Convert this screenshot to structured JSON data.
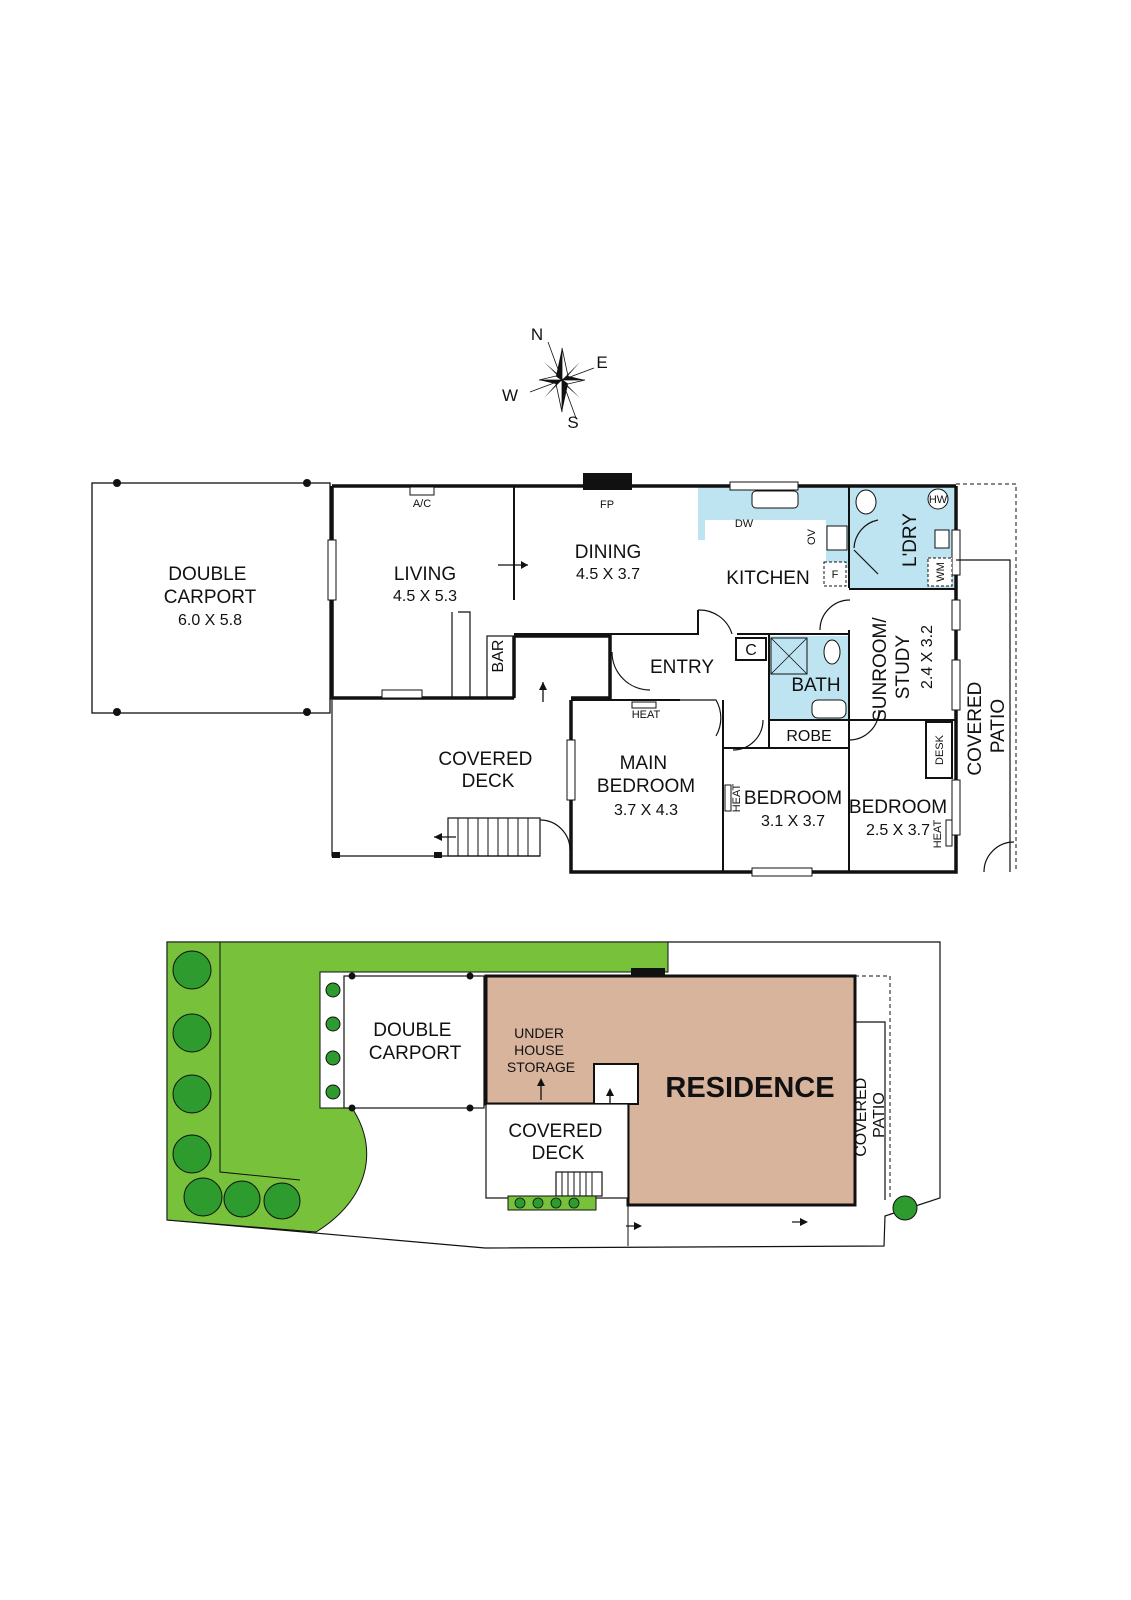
{
  "compass": {
    "n": "N",
    "e": "E",
    "s": "S",
    "w": "W"
  },
  "floor_plan": {
    "double_carport": {
      "name": "DOUBLE\nCARPORT",
      "size": "6.0 X 5.8"
    },
    "living": {
      "name": "LIVING",
      "size": "4.5 X 5.3"
    },
    "dining": {
      "name": "DINING",
      "size": "4.5 X 3.7"
    },
    "kitchen": {
      "name": "KITCHEN"
    },
    "laundry": {
      "name": "L'DRY"
    },
    "entry": {
      "name": "ENTRY"
    },
    "bath": {
      "name": "BATH"
    },
    "sunroom": {
      "name": "SUNROOM/\nSTUDY",
      "size": "2.4 X 3.2"
    },
    "covered_patio": {
      "name": "COVERED\nPATIO"
    },
    "covered_deck": {
      "name": "COVERED\nDECK"
    },
    "main_bedroom": {
      "name": "MAIN\nBEDROOM",
      "size": "3.7 X 4.3"
    },
    "bedroom_2": {
      "name": "BEDROOM",
      "size": "3.1 X 3.7"
    },
    "bedroom_3": {
      "name": "BEDROOM",
      "size": "2.5 X 3.7"
    },
    "fixtures": {
      "ac": "A/C",
      "fp": "FP",
      "dw": "DW",
      "ov": "OV",
      "fridge": "F",
      "hw": "HW",
      "wm": "WM",
      "bar": "BAR",
      "cupboard": "C",
      "robe": "ROBE",
      "desk": "DESK",
      "heat_main": "HEAT",
      "heat_bed2": "HEAT",
      "heat_bed3": "HEAT"
    }
  },
  "site_plan": {
    "double_carport": "DOUBLE\nCARPORT",
    "under_house_storage": "UNDER\nHOUSE\nSTORAGE",
    "residence": "RESIDENCE",
    "covered_deck": "COVERED\nDECK",
    "covered_patio": "COVERED\nPATIO",
    "colors": {
      "lawn": "#77c13b",
      "residence": "#d8b49c",
      "wet_area": "#bfe4f1",
      "tree": "#2e9b2e"
    }
  }
}
